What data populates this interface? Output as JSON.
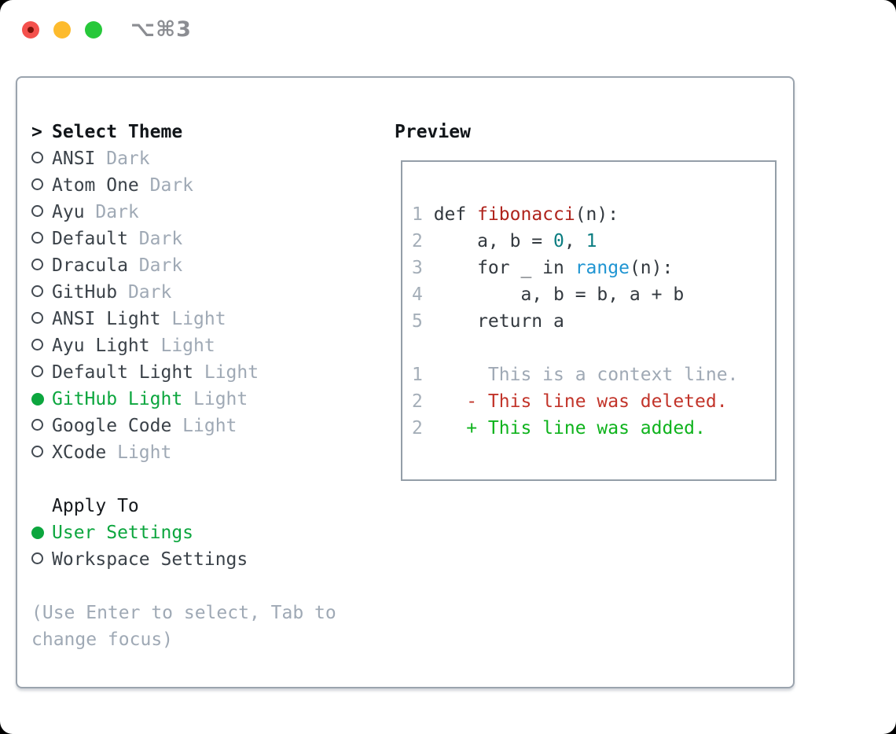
{
  "titlebar": {
    "shortcut_label": "⌥⌘3"
  },
  "theme_panel": {
    "header": {
      "prompt": ">",
      "title": "Select Theme"
    },
    "themes": [
      {
        "name": "ANSI",
        "variant": "Dark",
        "selected": false
      },
      {
        "name": "Atom One",
        "variant": "Dark",
        "selected": false
      },
      {
        "name": "Ayu",
        "variant": "Dark",
        "selected": false
      },
      {
        "name": "Default",
        "variant": "Dark",
        "selected": false
      },
      {
        "name": "Dracula",
        "variant": "Dark",
        "selected": false
      },
      {
        "name": "GitHub",
        "variant": "Dark",
        "selected": false
      },
      {
        "name": "ANSI Light",
        "variant": "Light",
        "selected": false
      },
      {
        "name": "Ayu Light",
        "variant": "Light",
        "selected": false
      },
      {
        "name": "Default Light",
        "variant": "Light",
        "selected": false
      },
      {
        "name": "GitHub Light",
        "variant": "Light",
        "selected": true
      },
      {
        "name": "Google Code",
        "variant": "Light",
        "selected": false
      },
      {
        "name": "XCode",
        "variant": "Light",
        "selected": false
      }
    ],
    "apply_to": {
      "title": "Apply To",
      "options": [
        {
          "label": "User Settings",
          "selected": true
        },
        {
          "label": "Workspace Settings",
          "selected": false
        }
      ]
    },
    "help_lines": [
      "(Use Enter to select, Tab to",
      "change focus)"
    ]
  },
  "preview": {
    "title": "Preview",
    "code_lines": [
      {
        "num": "1",
        "segments": [
          {
            "t": "def ",
            "c": "fg"
          },
          {
            "t": "fibonacci",
            "c": "red"
          },
          {
            "t": "(n):",
            "c": "fg"
          }
        ]
      },
      {
        "num": "2",
        "segments": [
          {
            "t": "    a, b = ",
            "c": "fg"
          },
          {
            "t": "0",
            "c": "teal"
          },
          {
            "t": ", ",
            "c": "fg"
          },
          {
            "t": "1",
            "c": "teal"
          }
        ]
      },
      {
        "num": "3",
        "segments": [
          {
            "t": "    for _ in ",
            "c": "fg"
          },
          {
            "t": "range",
            "c": "blue"
          },
          {
            "t": "(n):",
            "c": "fg"
          }
        ]
      },
      {
        "num": "4",
        "segments": [
          {
            "t": "        a, b = b, a + b",
            "c": "fg"
          }
        ]
      },
      {
        "num": "5",
        "segments": [
          {
            "t": "    return a",
            "c": "fg"
          }
        ]
      }
    ],
    "diff_lines": [
      {
        "num": "1",
        "segments": [
          {
            "t": "     This is a context line.",
            "c": "muted"
          }
        ]
      },
      {
        "num": "2",
        "segments": [
          {
            "t": "   - This line was deleted.",
            "c": "dred"
          }
        ]
      },
      {
        "num": "2",
        "segments": [
          {
            "t": "   + This line was added.",
            "c": "dgreen"
          }
        ]
      }
    ]
  },
  "colors": {
    "green": "#0ca63e",
    "muted": "#9fa9b5",
    "text": "#3b4249",
    "heading": "#111519",
    "code-red": "#af231c",
    "code-teal": "#0b7d81",
    "code-blue": "#2095d2",
    "diff-red": "#c2342a",
    "diff-green": "#0fb31d",
    "panel-border": "#9ba4ae",
    "box-border": "#949ea8",
    "title-gray": "#8b8d92",
    "tl-red": "#f4514d",
    "tl-red-core": "#7c1209",
    "tl-yellow": "#fdbb2d",
    "tl-green": "#27c83a"
  }
}
